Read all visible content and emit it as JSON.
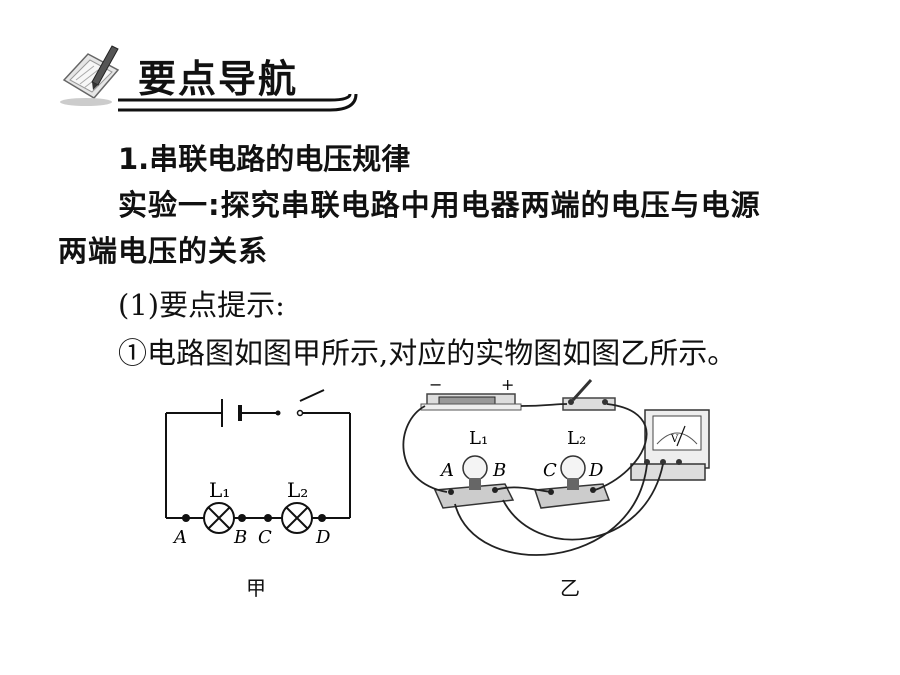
{
  "header": {
    "title": "要点导航",
    "icon": "pen-notebook-icon"
  },
  "content": {
    "heading": "1.串联电路的电压规律",
    "experiment_line1": "实验一:探究串联电路中用电器两端的电压与电源",
    "experiment_line2": "两端电压的关系",
    "tip": "(1)要点提示:",
    "description": "①电路图如图甲所示,对应的实物图如图乙所示。"
  },
  "diagram_jia": {
    "caption": "甲",
    "lamp1": "L₁",
    "lamp2": "L₂",
    "point_a": "A",
    "point_b": "B",
    "point_c": "C",
    "point_d": "D"
  },
  "diagram_yi": {
    "caption": "乙",
    "minus": "−",
    "plus": "+",
    "lamp1": "L₁",
    "lamp2": "L₂",
    "point_a": "A",
    "point_b": "B",
    "point_c": "C",
    "point_d": "D",
    "meter_label": "V"
  }
}
